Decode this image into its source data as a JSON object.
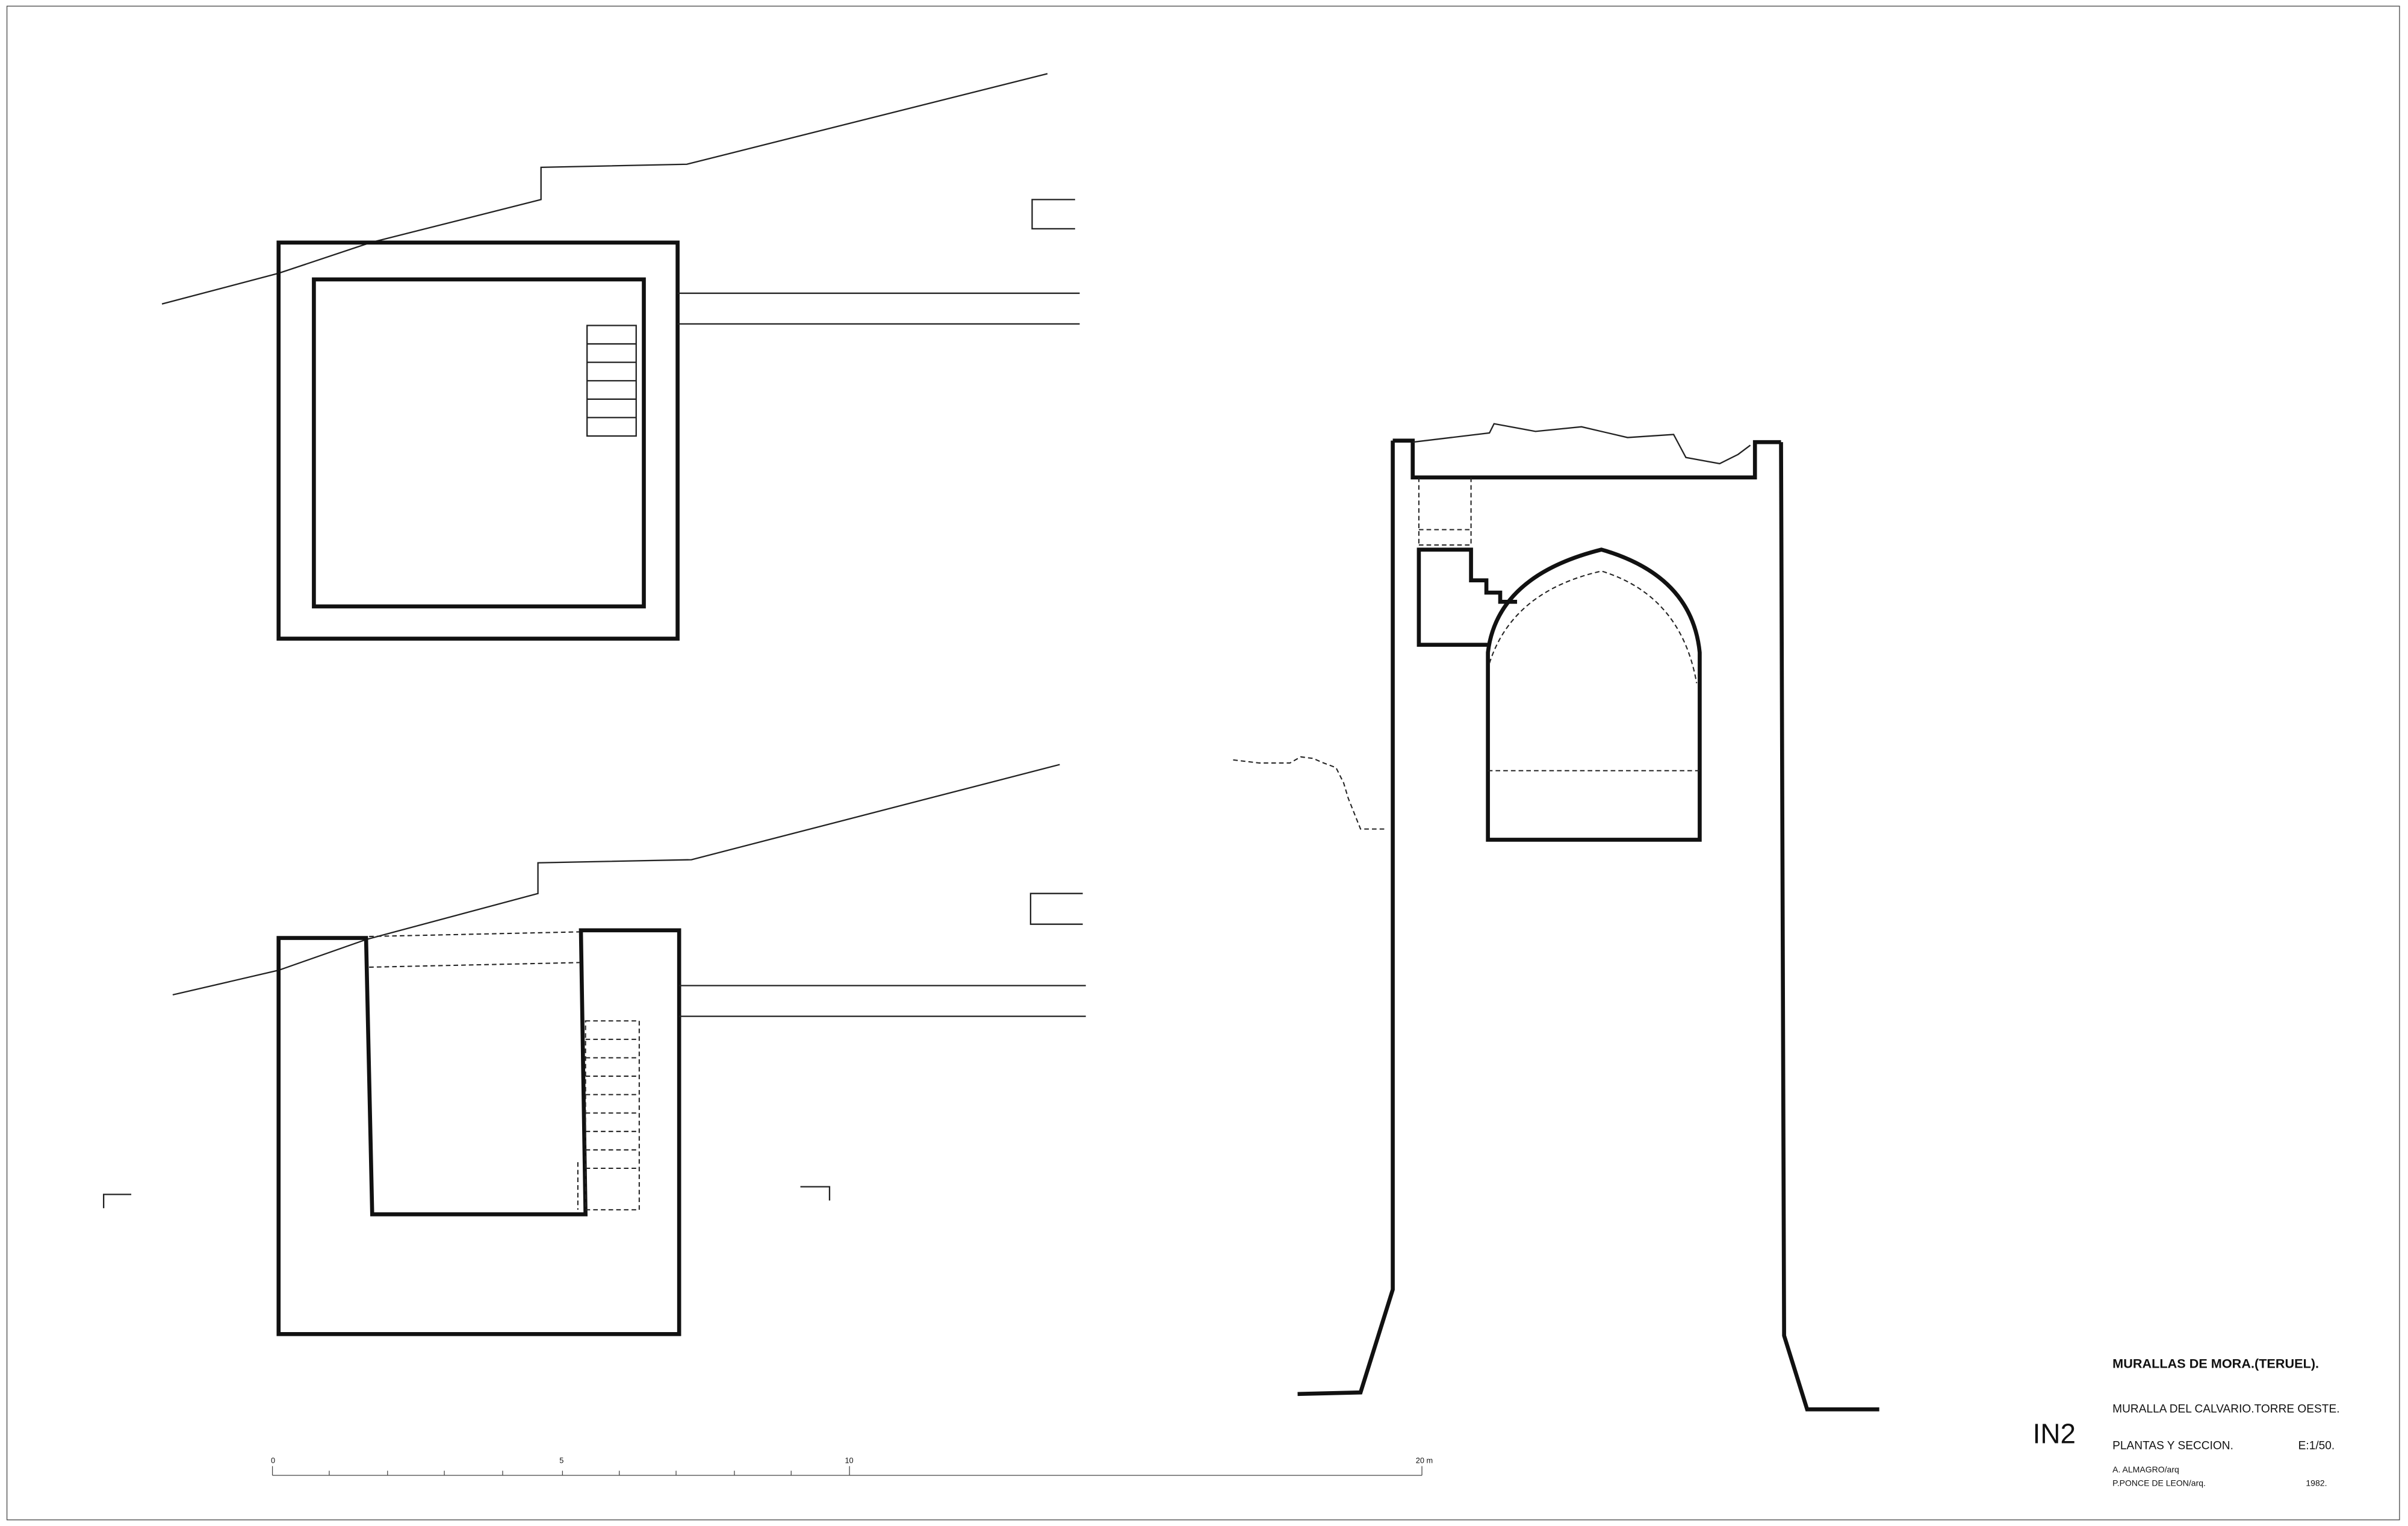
{
  "title_block": {
    "project": "MURALLAS DE MORA.(TERUEL).",
    "subject": "MURALLA DEL CALVARIO.TORRE OESTE.",
    "sheet_code": "IN2",
    "content": "PLANTAS Y SECCION.",
    "scale": "E:1/50.",
    "author_1": "A. ALMAGRO/arq",
    "author_2": "P.PONCE DE LEON/arq.",
    "year": "1982."
  },
  "scale_bar": {
    "labels": [
      "0",
      "5",
      "10",
      "20 m"
    ]
  },
  "colors": {
    "ink": "#111111",
    "paper": "#ffffff"
  }
}
